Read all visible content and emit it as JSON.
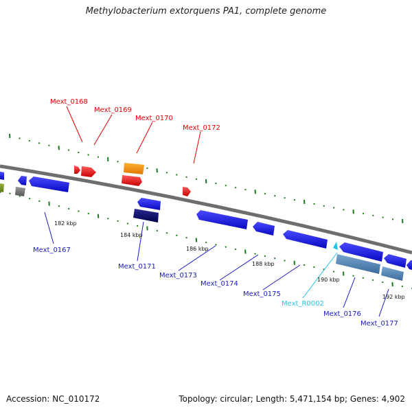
{
  "title": "Methylobacterium extorquens PA1, complete genome",
  "accession_text": "Accession: NC_010172",
  "summary_text": "Topology: circular; Length: 5,471,154 bp; Genes: 4,902",
  "scale_labels": [
    "182 kbp",
    "184 kbp",
    "186 kbp",
    "188 kbp",
    "190 kbp",
    "192 kbp"
  ],
  "gene_labels": [
    {
      "label": "Mext_0168",
      "color": "#e00000"
    },
    {
      "label": "Mext_0169",
      "color": "#e00000"
    },
    {
      "label": "Mext_0170",
      "color": "#e00000"
    },
    {
      "label": "Mext_0172",
      "color": "#e00000"
    },
    {
      "label": "Mext_0167",
      "color": "#1818c8"
    },
    {
      "label": "Mext_0171",
      "color": "#1818c8"
    },
    {
      "label": "Mext_0173",
      "color": "#1818c8"
    },
    {
      "label": "Mext_0174",
      "color": "#1818c8"
    },
    {
      "label": "Mext_0175",
      "color": "#1818c8"
    },
    {
      "label": "Mext_R0002",
      "color": "#22c4e4"
    },
    {
      "label": "Mext_0176",
      "color": "#1818c8"
    },
    {
      "label": "Mext_0177",
      "color": "#1818c8"
    }
  ],
  "colors": {
    "forward_cds": "#e00000",
    "reverse_cds": "#1010e8",
    "rna": "#ff9900",
    "backbone": "#888888",
    "tick": "#1a7a1a"
  }
}
